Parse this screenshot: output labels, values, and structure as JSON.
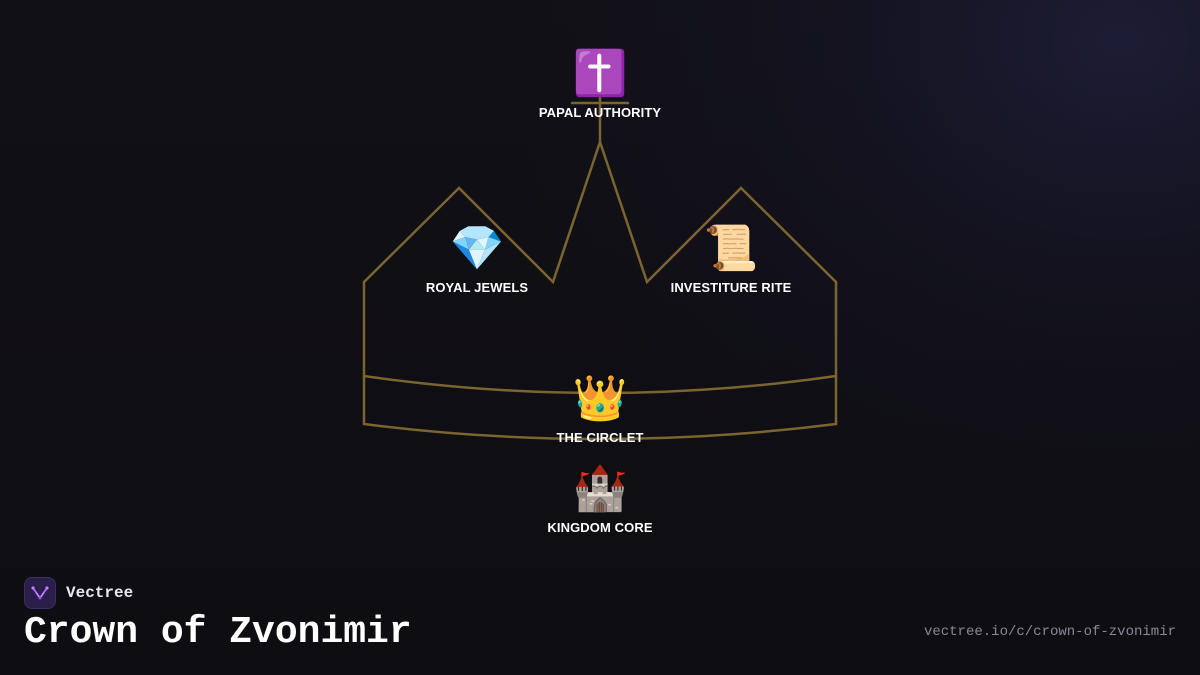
{
  "colors": {
    "outline": "#7a6530",
    "label": "#ffffff"
  },
  "nodes": [
    {
      "id": "papal",
      "icon": "✝️",
      "icon_name": "cross-icon",
      "label": "PAPAL AUTHORITY"
    },
    {
      "id": "jewels",
      "icon": "💎",
      "icon_name": "gem-icon",
      "label": "ROYAL JEWELS"
    },
    {
      "id": "rite",
      "icon": "📜",
      "icon_name": "scroll-icon",
      "label": "INVESTITURE RITE"
    },
    {
      "id": "circlet",
      "icon": "👑",
      "icon_name": "crown-icon",
      "label": "THE CIRCLET"
    },
    {
      "id": "core",
      "icon": "🏰",
      "icon_name": "castle-icon",
      "label": "KINGDOM CORE"
    }
  ],
  "footer": {
    "brand": "Vectree",
    "title": "Crown of Zvonimir",
    "url": "vectree.io/c/crown-of-zvonimir"
  }
}
